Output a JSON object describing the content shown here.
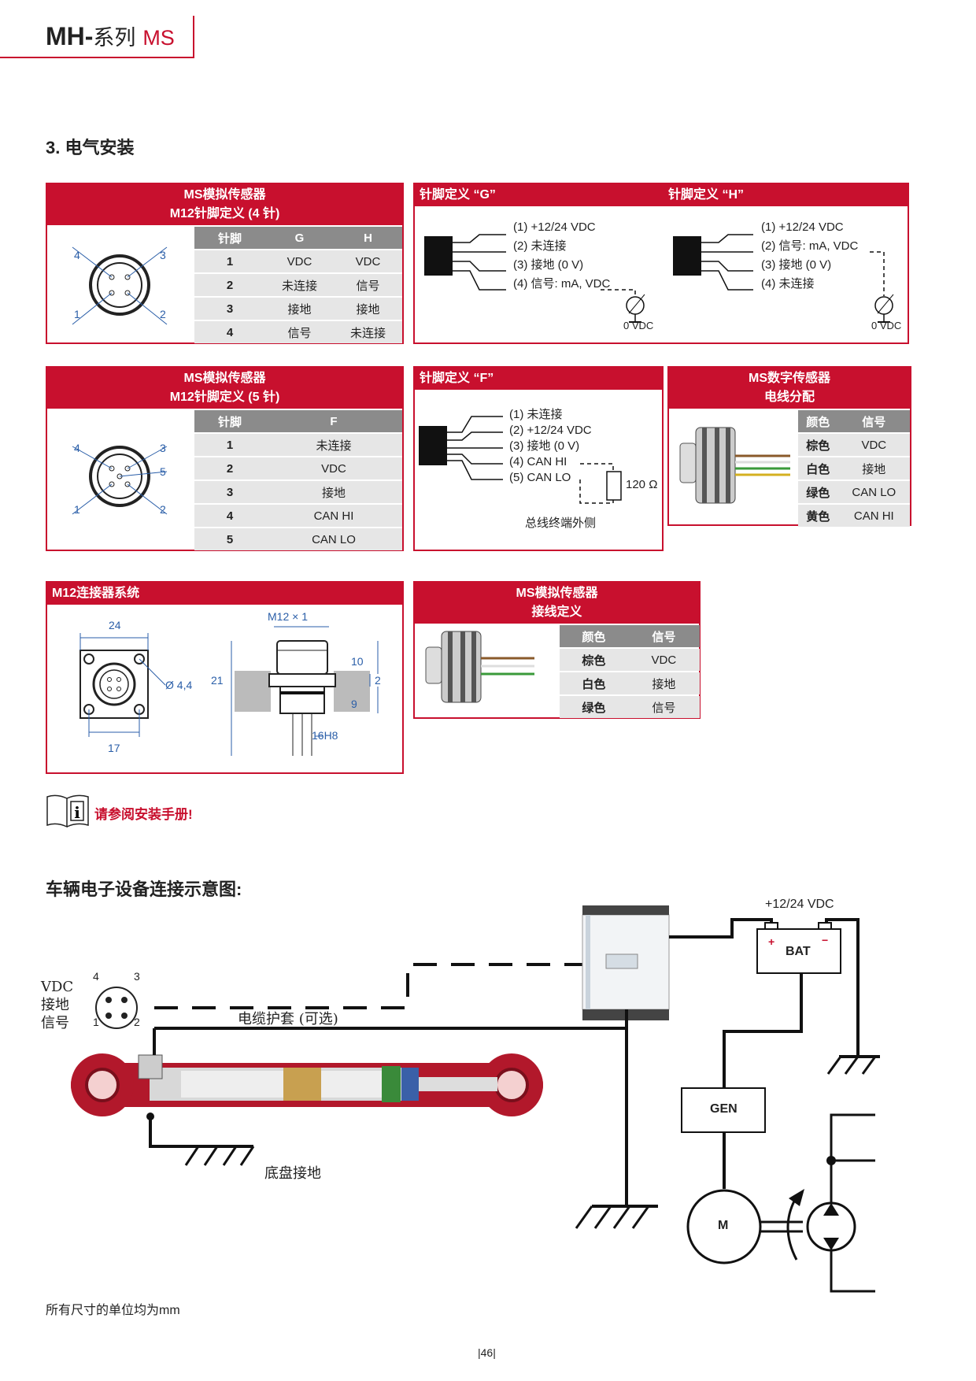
{
  "header": {
    "brand": "MH-",
    "series": "系列",
    "model": "MS"
  },
  "section_title": "3. 电气安装",
  "panel_4pin": {
    "title1": "MS模拟传感器",
    "title2": "M12针脚定义 (4 针)",
    "headers": [
      "针脚",
      "G",
      "H"
    ],
    "rows": [
      [
        "1",
        "VDC",
        "VDC"
      ],
      [
        "2",
        "未连接",
        "信号"
      ],
      [
        "3",
        "接地",
        "接地"
      ],
      [
        "4",
        "信号",
        "未连接"
      ]
    ],
    "pin_labels": [
      "4",
      "3",
      "1",
      "2"
    ]
  },
  "panel_G": {
    "title": "针脚定义 “G”",
    "lines": [
      "(1) +12/24 VDC",
      "(2) 未连接",
      "(3) 接地 (0 V)",
      "(4) 信号: mA, VDC"
    ],
    "ground": "0 VDC"
  },
  "panel_H": {
    "title": "针脚定义 “H”",
    "lines": [
      "(1) +12/24 VDC",
      "(2) 信号: mA, VDC",
      "(3) 接地 (0 V)",
      "(4) 未连接"
    ],
    "ground": "0 VDC"
  },
  "panel_5pin": {
    "title1": "MS模拟传感器",
    "title2": "M12针脚定义 (5 针)",
    "headers": [
      "针脚",
      "F"
    ],
    "rows": [
      [
        "1",
        "未连接"
      ],
      [
        "2",
        "VDC"
      ],
      [
        "3",
        "接地"
      ],
      [
        "4",
        "CAN HI"
      ],
      [
        "5",
        "CAN LO"
      ]
    ],
    "pin_labels": [
      "4",
      "3",
      "5",
      "1",
      "2"
    ]
  },
  "panel_F": {
    "title": "针脚定义 “F”",
    "lines": [
      "(1) 未连接",
      "(2) +12/24 VDC",
      "(3) 接地 (0 V)",
      "(4) CAN HI",
      "(5) CAN LO"
    ],
    "resistor": "120 Ω",
    "note": "总线终端外侧"
  },
  "panel_digital": {
    "title1": "MS数字传感器",
    "title2": "电线分配",
    "headers": [
      "颜色",
      "信号"
    ],
    "rows": [
      [
        "棕色",
        "VDC"
      ],
      [
        "白色",
        "接地"
      ],
      [
        "绿色",
        "CAN LO"
      ],
      [
        "黄色",
        "CAN HI"
      ]
    ]
  },
  "panel_m12": {
    "title": "M12连接器系统",
    "dims": {
      "w24": "24",
      "hole": "Ø 4,4",
      "w17": "17",
      "thread": "M12 × 1",
      "h21": "21",
      "h10": "10",
      "h2": "2",
      "h9": "9",
      "bore": "16H8"
    }
  },
  "panel_wiring": {
    "title1": "MS模拟传感器",
    "title2": "接线定义",
    "headers": [
      "颜色",
      "信号"
    ],
    "rows": [
      [
        "棕色",
        "VDC"
      ],
      [
        "白色",
        "接地"
      ],
      [
        "绿色",
        "信号"
      ]
    ]
  },
  "notice": "请参阅安装手册!",
  "vehicle": {
    "title": "车辆电子设备连接示意图:",
    "supply": "+12/24 VDC",
    "bat": "BAT",
    "bat_plus": "+",
    "bat_minus": "−",
    "gen": "GEN",
    "motor": "M",
    "pin_names": [
      "VDC",
      "接地",
      "信号"
    ],
    "pin_nums": [
      "4",
      "3",
      "1",
      "2"
    ],
    "cable": "电缆护套 (可选)",
    "chassis": "底盘接地"
  },
  "footer": {
    "units": "所有尺寸的单位均为mm",
    "page": "|46|"
  },
  "colors": {
    "accent": "#c8102e",
    "table_header": "#8b8b8b",
    "table_cell": "#e6e6e6",
    "dim": "#2a5ea8"
  }
}
